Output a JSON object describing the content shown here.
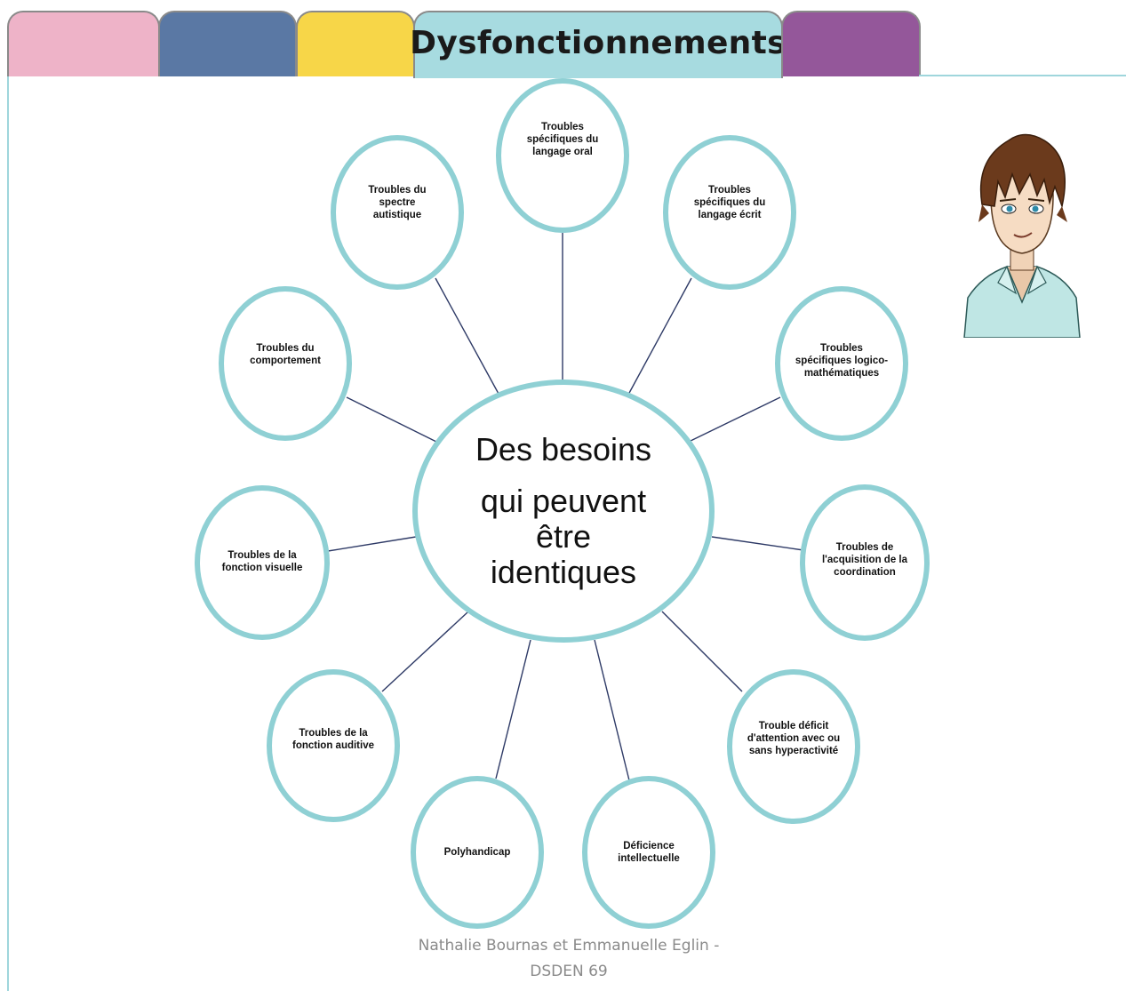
{
  "header": {
    "active_tab_label": "Dysfonctionnements",
    "tab_colors": [
      "#eeb3c8",
      "#5a78a4",
      "#f7d648",
      "#a7dbe0",
      "#94579a"
    ]
  },
  "diagram": {
    "center": {
      "line1": "Des besoins",
      "line2": "qui peuvent",
      "line3": "être",
      "line4": "identiques"
    },
    "nodes": {
      "oral": "Troubles spécifiques du langage oral",
      "ecrit": "Troubles spécifiques du langage écrit",
      "logico": "Troubles spécifiques logico-mathématiques",
      "coordination": "Troubles de l'acquisition de la coordination",
      "tdah": "Trouble déficit d'attention avec ou sans hyperactivité",
      "intellectuelle": "Déficience intellectuelle",
      "poly": "Polyhandicap",
      "auditive": "Troubles de la fonction auditive",
      "visuelle": "Troubles de la fonction visuelle",
      "comportement": "Troubles du comportement",
      "autistique": "Troubles du spectre autistique"
    },
    "circle_color": "#8fd0d4",
    "connector_color": "#2e3a66"
  },
  "footer": {
    "line1": "Nathalie Bournas et Emmanuelle Eglin -",
    "line2": "DSDEN 69"
  },
  "illustration": {
    "icon": "student-avatar-icon"
  }
}
